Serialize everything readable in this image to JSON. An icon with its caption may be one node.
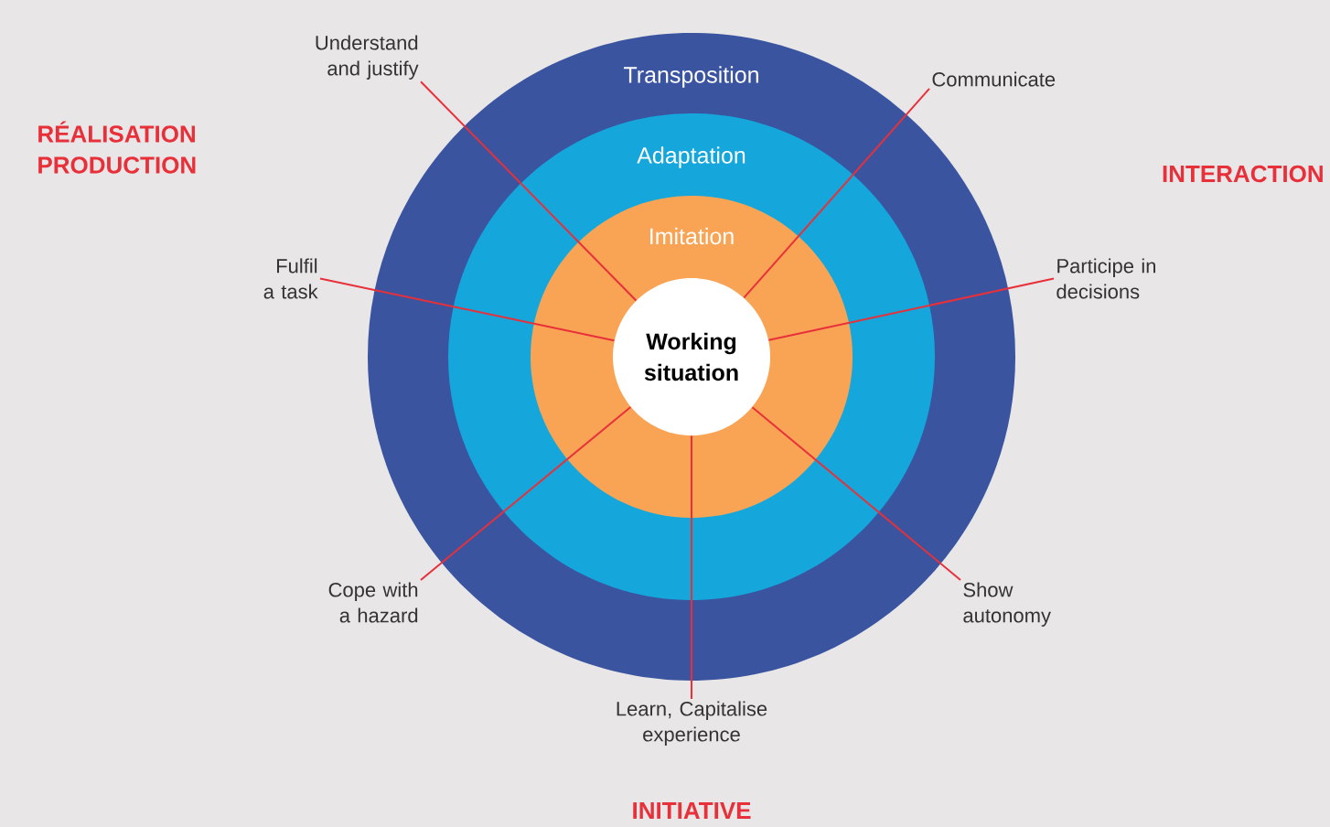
{
  "diagram": {
    "nodes": [
      {
        "text": [
          "Transposition"
        ]
      },
      {
        "text": [
          "Adaptation"
        ],
        "in": 0
      },
      {
        "text": [
          "Imitation"
        ],
        "in": 1
      },
      {
        "text": [
          "Working situation"
        ],
        "in": 2
      },
      {
        "text": [
          "Understand and justify"
        ]
      },
      {
        "text": [
          "Communicate"
        ]
      },
      {
        "text": [
          "Fulfil a task"
        ]
      },
      {
        "text": [
          "Participe in decisions"
        ]
      },
      {
        "text": [
          "Cope with a hazard"
        ]
      },
      {
        "text": [
          "Show autonomy"
        ]
      },
      {
        "text": [
          "Learn, Capitalise experience"
        ]
      }
    ],
    "edges": [
      {
        "from": 4,
        "to": 3,
        "arrow": "none"
      },
      {
        "from": 5,
        "to": 3,
        "arrow": "none"
      },
      {
        "from": 6,
        "to": 3,
        "arrow": "none"
      },
      {
        "from": 7,
        "to": 3,
        "arrow": "none"
      },
      {
        "from": 8,
        "to": 3,
        "arrow": "none"
      },
      {
        "from": 9,
        "to": 3,
        "arrow": "none"
      },
      {
        "from": 10,
        "to": 3,
        "arrow": "none"
      }
    ],
    "labels": [
      "RÉALISATION PRODUCTION",
      "INTERACTION",
      "INITIATIVE"
    ]
  }
}
